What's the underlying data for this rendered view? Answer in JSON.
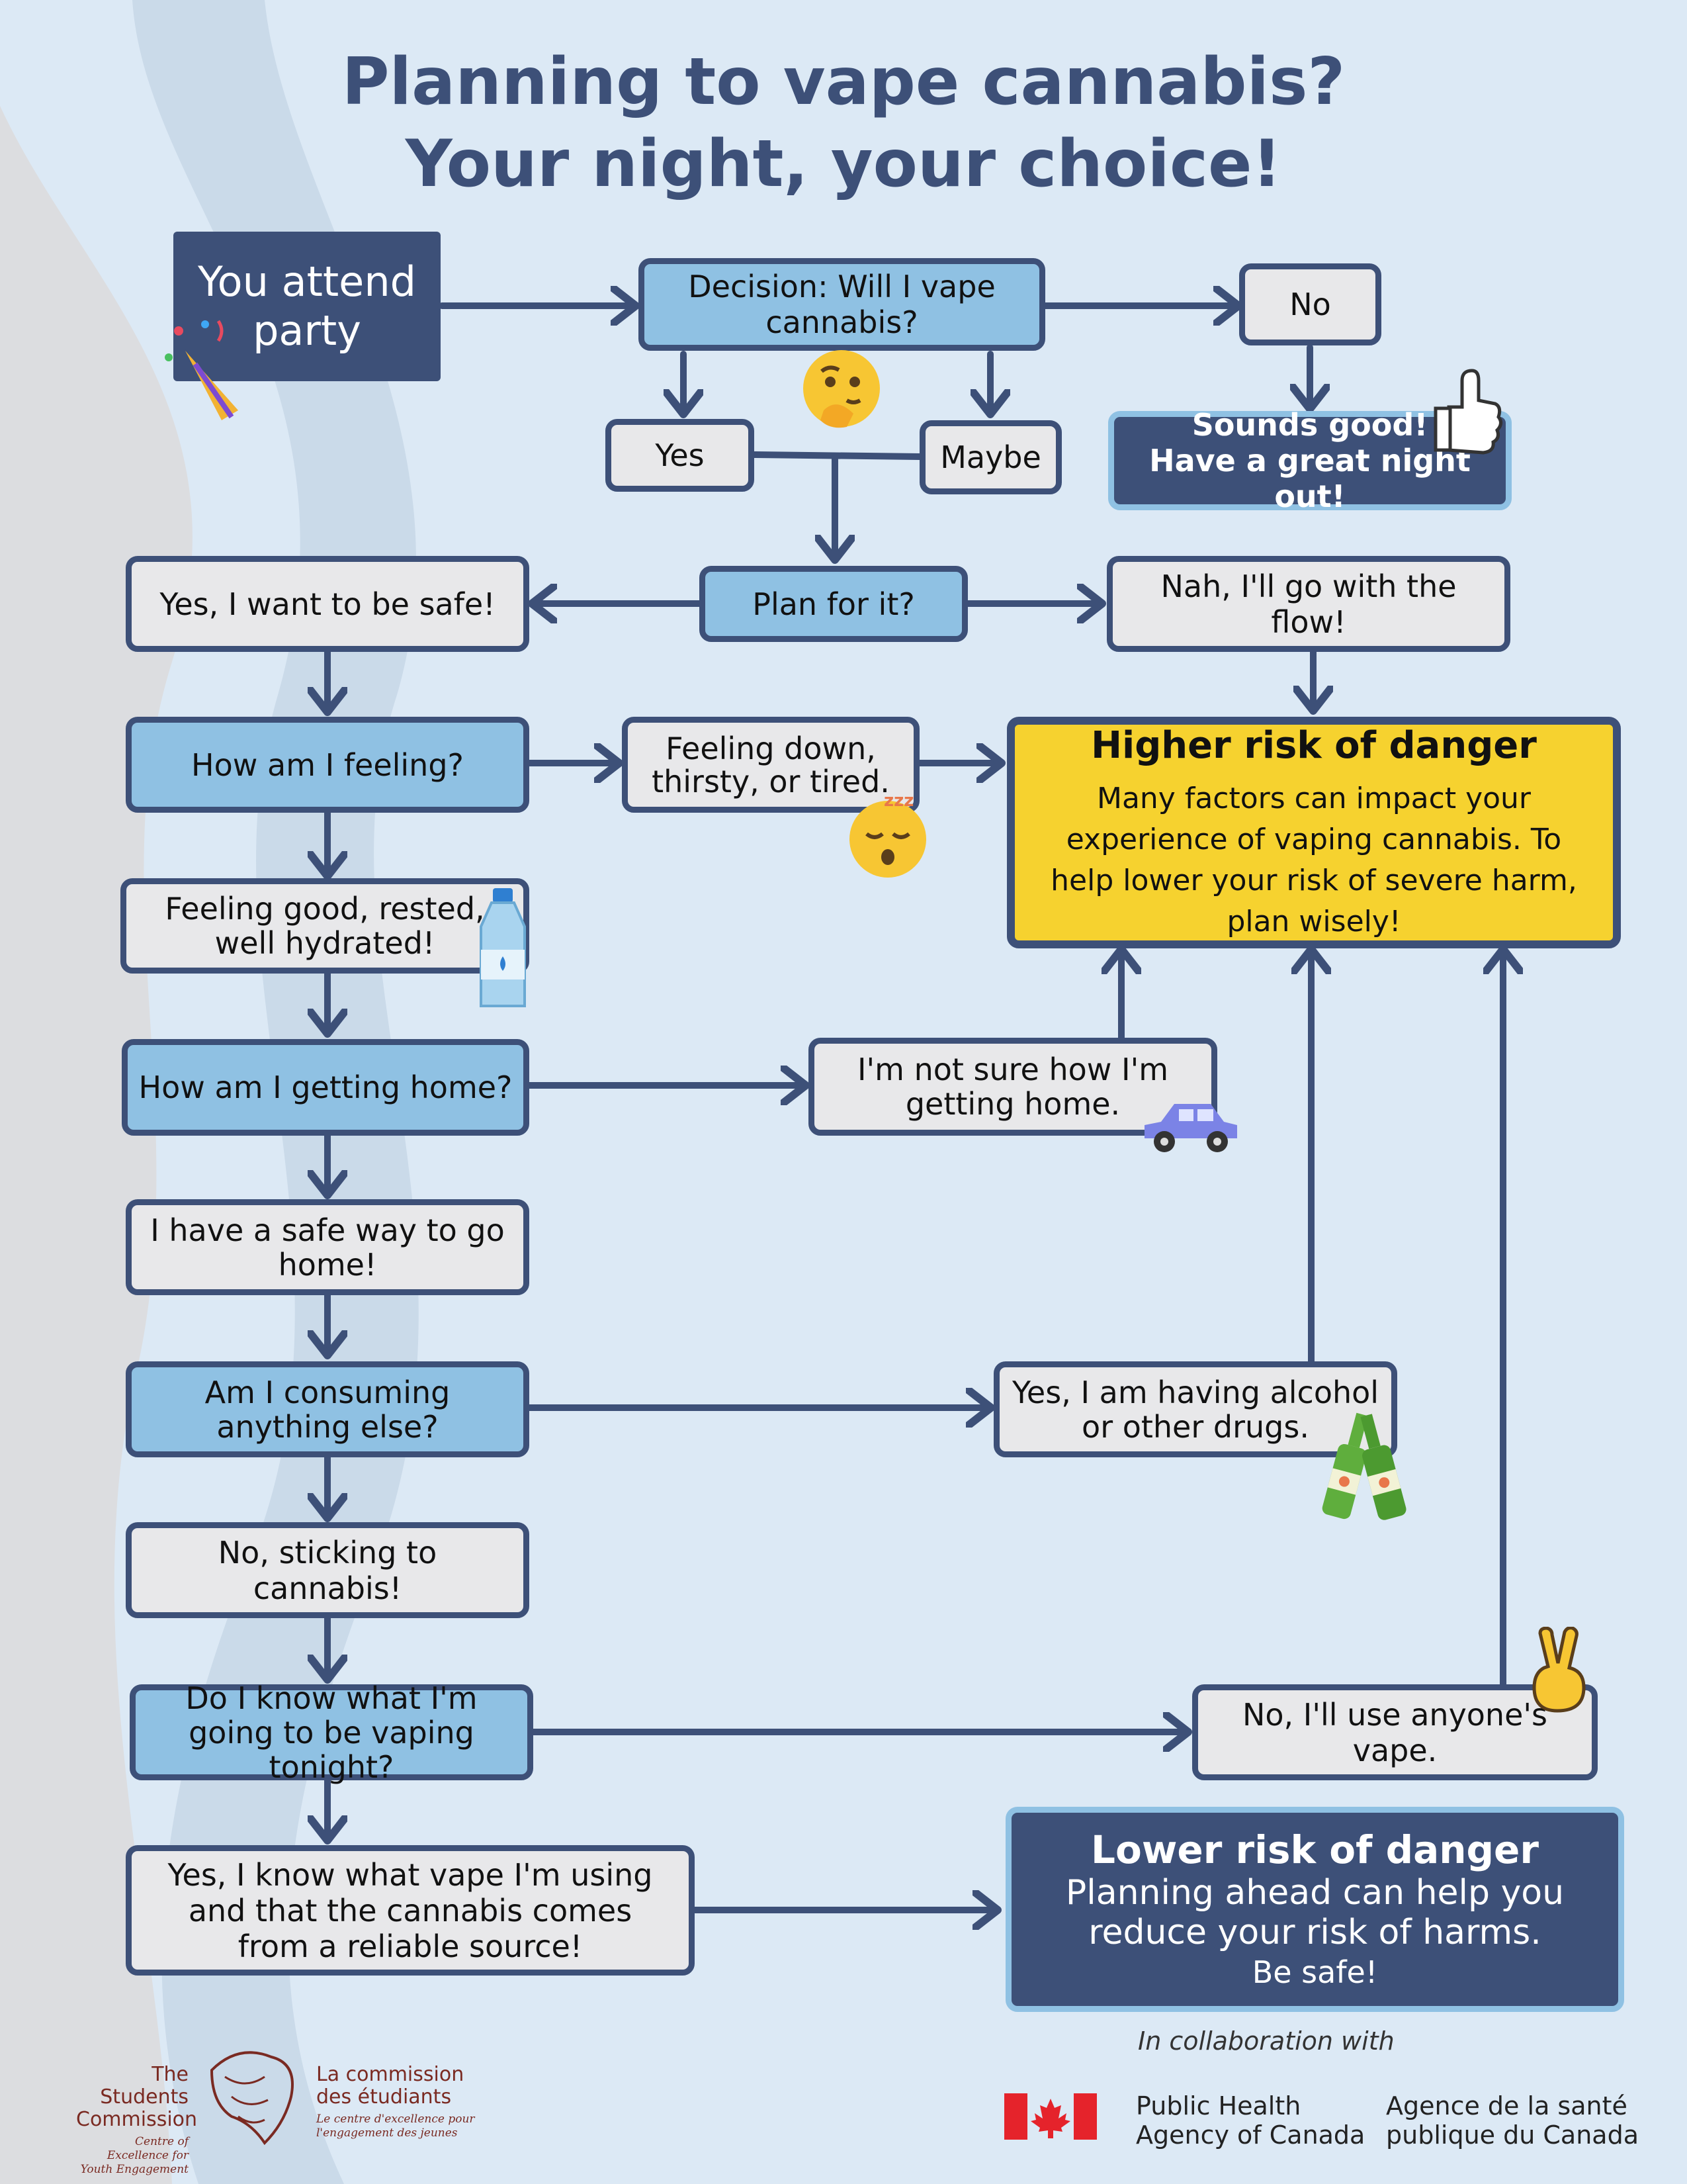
{
  "title": {
    "line1": "Planning to vape cannabis?",
    "line2": "Your night, your choice!"
  },
  "nodes": {
    "attend": "You attend party",
    "decision": "Decision: Will I vape cannabis?",
    "no": "No",
    "sounds_good_1": "Sounds good!",
    "sounds_good_2": "Have a great night out!",
    "yes": "Yes",
    "maybe": "Maybe",
    "plan": "Plan for it?",
    "safe": "Yes, I want to be safe!",
    "nah": "Nah, I'll go with the flow!",
    "feeling_q": "How am I feeling?",
    "feeling_down": "Feeling down, thirsty, or tired.",
    "feeling_good": "Feeling good, rested, well hydrated!",
    "home_q": "How am I getting home?",
    "not_sure": "I'm not sure how I'm getting home.",
    "safe_home": "I have a safe way to go home!",
    "consuming_q": "Am I consuming anything else?",
    "alcohol": "Yes, I am having alcohol or other drugs.",
    "sticking": "No, sticking to cannabis!",
    "know_q": "Do I know what I'm going to be vaping tonight?",
    "anyone": "No, I'll use anyone's vape.",
    "know_yes": "Yes, I know what vape I'm using and that the cannabis comes from a reliable source!"
  },
  "higher_risk": {
    "heading": "Higher risk of danger",
    "body": "Many factors can impact your experience of vaping cannabis. To help lower your risk of severe harm, plan wisely!"
  },
  "lower_risk": {
    "heading": "Lower risk of danger",
    "body": "Planning ahead can help you reduce your risk of harms.",
    "footer": "Be safe!"
  },
  "footer": {
    "collab": "In collaboration with",
    "sc_en_1": "The Students",
    "sc_en_2": "Commission",
    "sc_en_sub_1": "Centre of Excellence for",
    "sc_en_sub_2": "Youth Engagement",
    "sc_fr_1": "La commission",
    "sc_fr_2": "des étudiants",
    "sc_fr_sub_1": "Le centre d'excellence pour",
    "sc_fr_sub_2": "l'engagement des jeunes",
    "phac_en_1": "Public Health",
    "phac_en_2": "Agency of Canada",
    "phac_fr_1": "Agence de la santé",
    "phac_fr_2": "publique du Canada"
  },
  "icons": [
    "party-popper-icon",
    "thinking-face-icon",
    "thumbs-up-icon",
    "sleepy-face-icon",
    "water-bottle-icon",
    "car-icon",
    "beer-bottles-icon",
    "peace-hand-icon",
    "canada-flag-icon"
  ],
  "colors": {
    "navy": "#3d5078",
    "light_blue": "#8fc1e3",
    "grey": "#e8e8ea",
    "yellow": "#f6d22f",
    "background": "#dce9f5"
  }
}
